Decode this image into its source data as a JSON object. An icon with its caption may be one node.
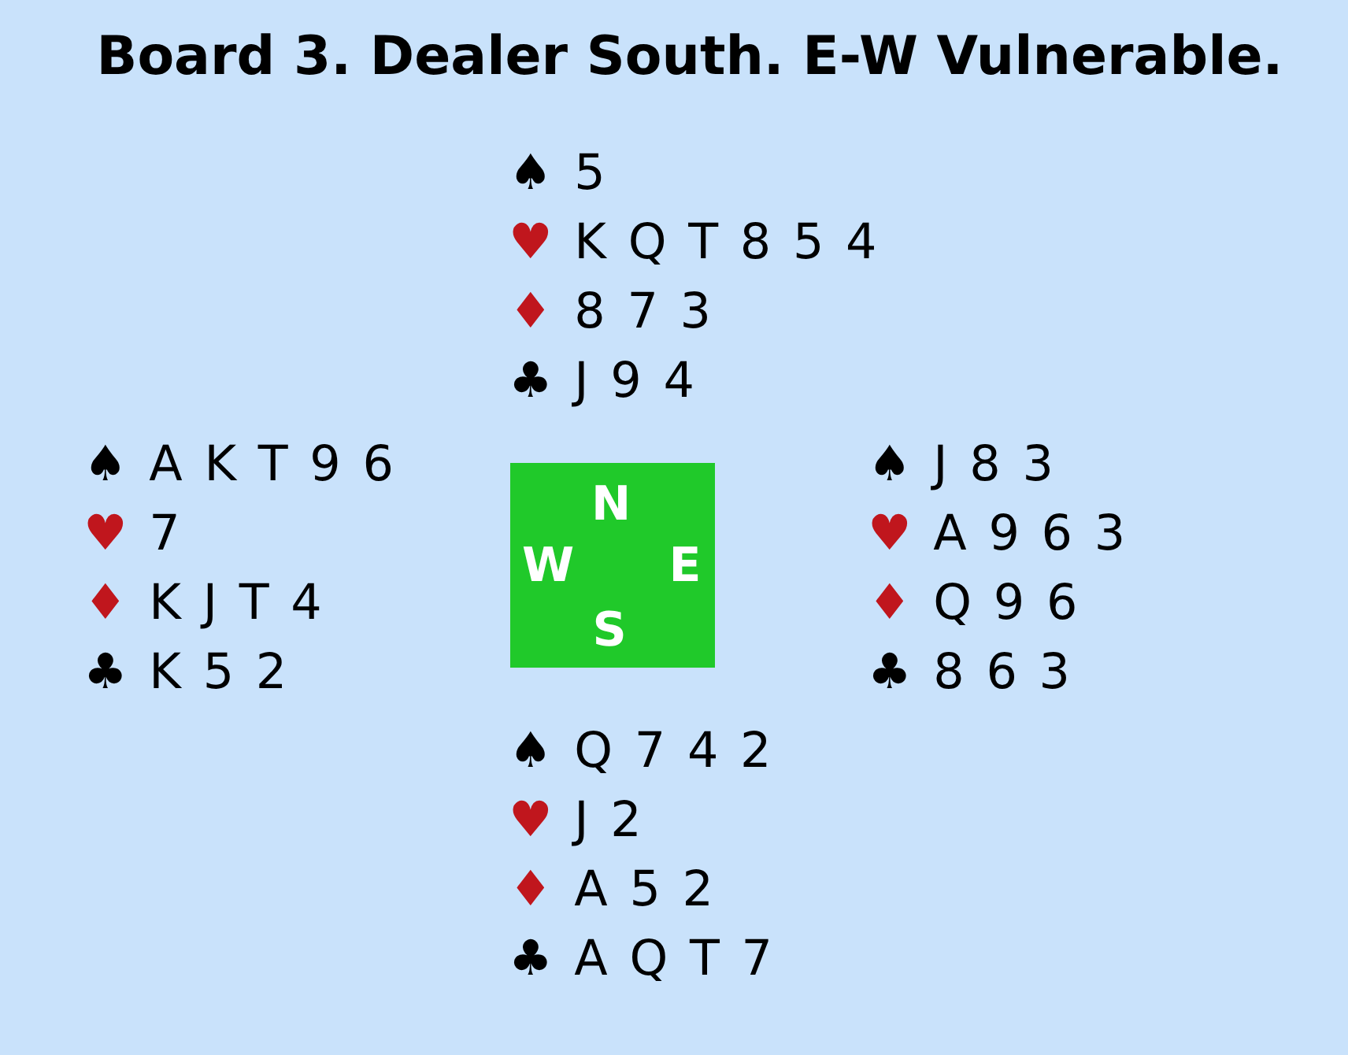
{
  "diagram": {
    "title": "Board 3. Dealer South. E-W Vulnerable.",
    "nodes": [
      {
        "text": [
          "N",
          "W",
          "E",
          "S"
        ]
      }
    ],
    "labels": [
      "♠ 5",
      "♥ K Q T 8 5 4",
      "♦ 8 7 3",
      "♣ J 9 4",
      "♠ A K T 9 6",
      "♥ 7",
      "♦ K J T 4",
      "♣ K 5 2",
      "♠ J 8 3",
      "♥ A 9 6 3",
      "♦ Q 9 6",
      "♣ 8 6 3",
      "♠ Q 7 4 2",
      "♥ J 2",
      "♦ A 5 2",
      "♣ A Q T 7"
    ]
  }
}
